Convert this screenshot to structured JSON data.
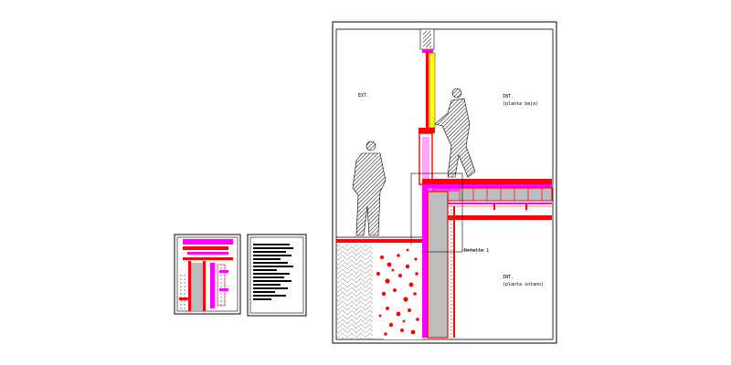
{
  "main_sheet": {
    "labels": {
      "ext": "EXT.",
      "int_ground_1": "INT.",
      "int_ground_2": "(planta baja)",
      "detail_ref": "Detalle 1",
      "int_base_1": "INT.",
      "int_base_2": "(planta sotano)"
    }
  },
  "colors": {
    "line": "#000000",
    "accent": "#ff0000",
    "magenta": "#ff00ff",
    "glass": "#ffff00",
    "concrete": "#bdbdbd"
  }
}
